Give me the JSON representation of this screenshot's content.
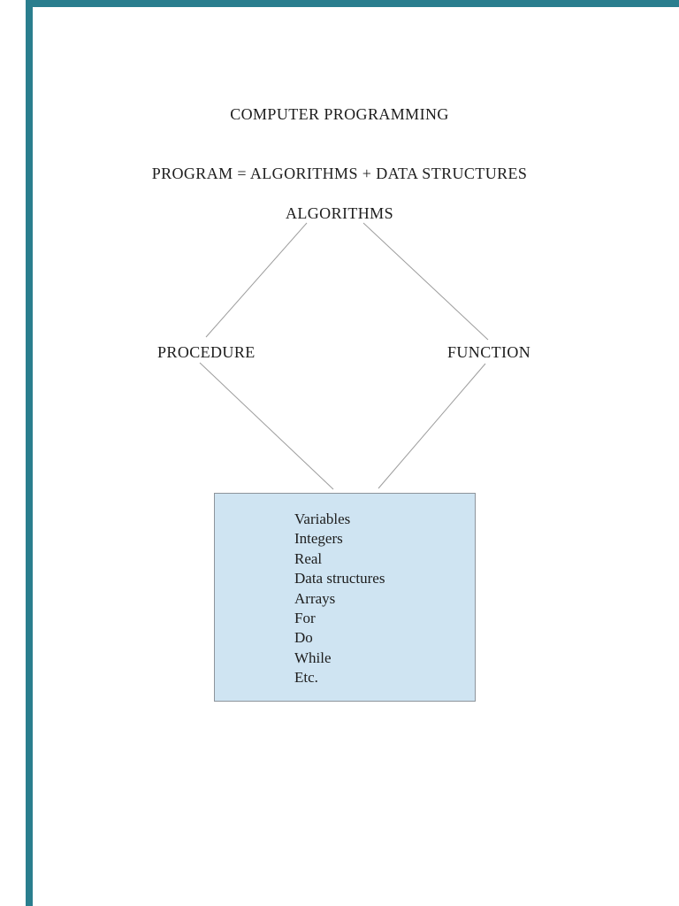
{
  "document": {
    "title": "COMPUTER PROGRAMMING",
    "equation": "PROGRAM = ALGORITHMS + DATA STRUCTURES"
  },
  "diagram": {
    "root_node": "ALGORITHMS",
    "left_node": "PROCEDURE",
    "right_node": "FUNCTION",
    "box_items": [
      "Variables",
      "Integers",
      "Real",
      "Data structures",
      "Arrays",
      "For",
      "Do",
      "While",
      "Etc."
    ]
  },
  "colors": {
    "page_background": "#ffffff",
    "frame_accent": "#2a7e8e",
    "box_fill": "#cfe4f2",
    "box_border": "#8d949b",
    "connector_line": "#9c9c9c",
    "text": "#1d1d1d"
  }
}
